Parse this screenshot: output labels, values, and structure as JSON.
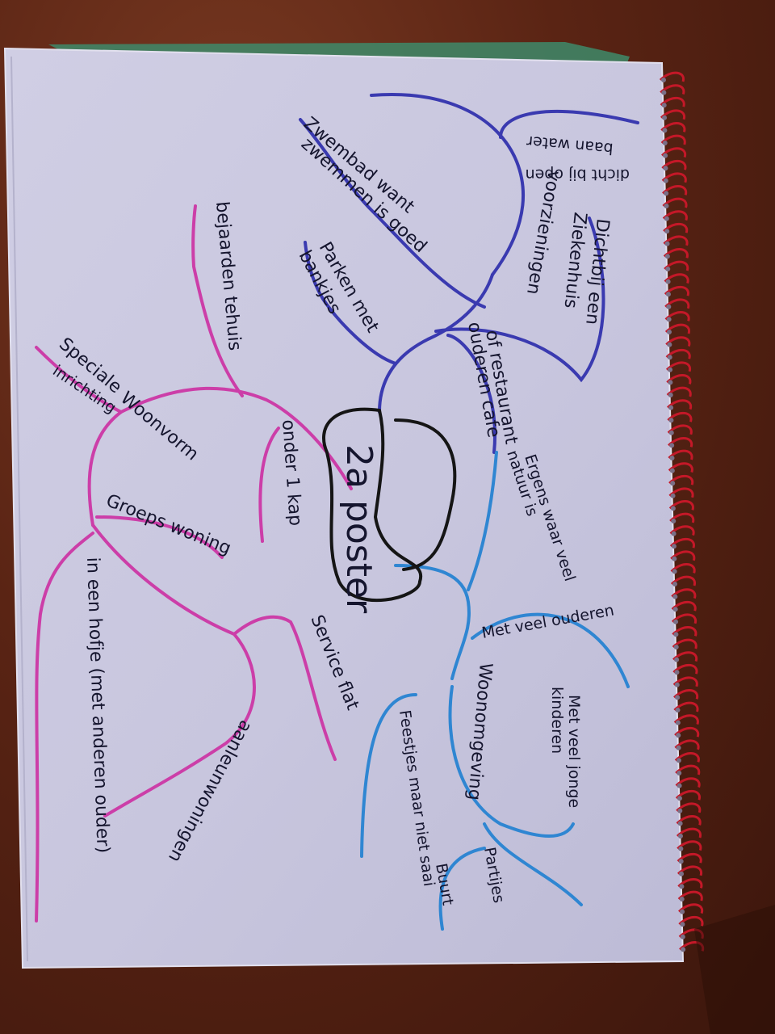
{
  "center": {
    "label": "2a poster"
  },
  "blue_branch": [
    {
      "id": "b1",
      "text": "dicht bij open"
    },
    {
      "id": "b2",
      "text": "baan water"
    },
    {
      "id": "b3",
      "text": "voorzieningen"
    },
    {
      "id": "b4",
      "text": "Zwembad want"
    },
    {
      "id": "b5",
      "text": "zwemmen is goed"
    },
    {
      "id": "b6",
      "text": "Dichtbij een"
    },
    {
      "id": "b7",
      "text": "Ziekenhuis"
    },
    {
      "id": "b8",
      "text": "Parken met"
    },
    {
      "id": "b9",
      "text": "bankjes"
    },
    {
      "id": "b10",
      "text": "ouderen cafe"
    },
    {
      "id": "b11",
      "text": "of restaurant"
    }
  ],
  "light_blue_branch": [
    {
      "id": "l1",
      "text": "Ergens waar veel"
    },
    {
      "id": "l2",
      "text": "natuur is"
    },
    {
      "id": "l3",
      "text": "Met veel ouderen"
    },
    {
      "id": "l4",
      "text": "Woonomgeving"
    },
    {
      "id": "l5",
      "text": "Met veel jonge"
    },
    {
      "id": "l6",
      "text": "kinderen"
    },
    {
      "id": "l7",
      "text": "Feestjes maar niet saai"
    },
    {
      "id": "l8",
      "text": "Buurt"
    },
    {
      "id": "l9",
      "text": "Partijes"
    }
  ],
  "pink_branch": [
    {
      "id": "p1",
      "text": "bejaarden tehuis"
    },
    {
      "id": "p2",
      "text": "Speciale"
    },
    {
      "id": "p3",
      "text": "inrichting"
    },
    {
      "id": "p4",
      "text": "Woonvorm"
    },
    {
      "id": "p5",
      "text": "onder 1 kap"
    },
    {
      "id": "p6",
      "text": "Groeps woning"
    },
    {
      "id": "p7",
      "text": "Service flat"
    },
    {
      "id": "p8",
      "text": "aanleunwoningen"
    },
    {
      "id": "p9",
      "text": "in een hofje (met anderen ouder)"
    }
  ],
  "colors": {
    "table": "#5a2414",
    "paper": "#c9c7de",
    "blue_ink": "#3a3ab0",
    "light_blue_ink": "#2f86d2",
    "pink_ink": "#cc3ea8",
    "text_ink": "#15152e",
    "spiral": "#c41828"
  }
}
